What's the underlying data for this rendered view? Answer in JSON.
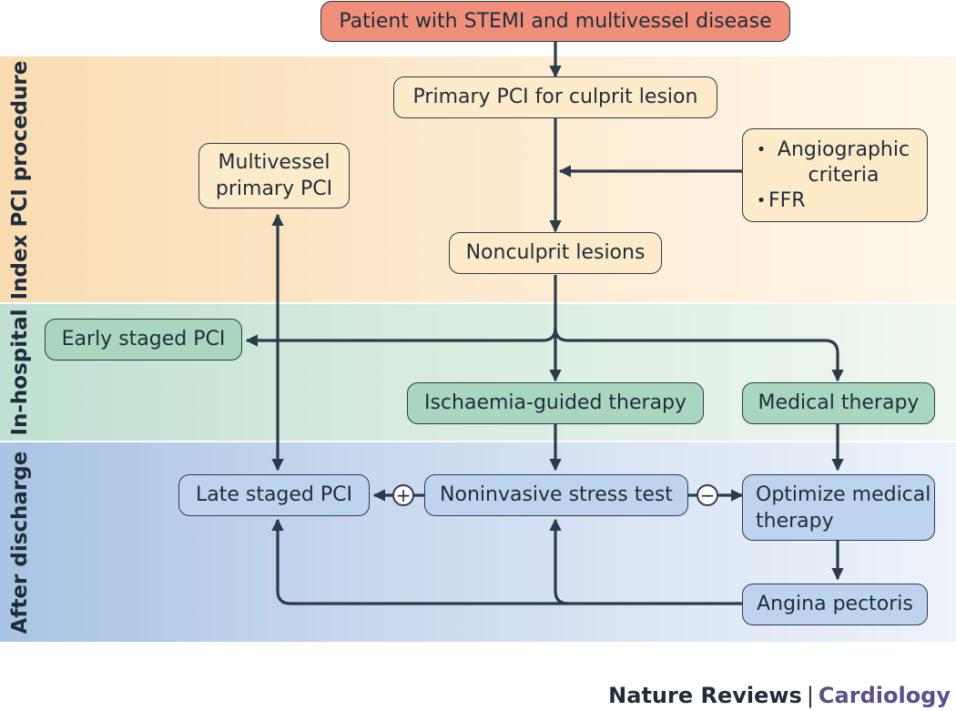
{
  "phases": {
    "index": "Index PCI procedure",
    "in_hospital": "In-hospital",
    "after_discharge": "After discharge"
  },
  "nodes": {
    "patient": "Patient with STEMI and multivessel disease",
    "primary_pci_culprit": "Primary PCI for culprit lesion",
    "multivessel_primary_pci": "Multivessel primary PCI",
    "criteria": [
      "Angiographic criteria",
      "FFR"
    ],
    "nonculprit_lesions": "Nonculprit lesions",
    "early_staged_pci": "Early staged PCI",
    "ischaemia_guided_therapy": "Ischaemia-guided therapy",
    "medical_therapy": "Medical therapy",
    "late_staged_pci": "Late staged PCI",
    "noninvasive_stress_test": "Noninvasive stress test",
    "optimize_medical_therapy": "Optimize medical therapy",
    "angina_pectoris": "Angina pectoris"
  },
  "markers": {
    "positive": "+",
    "negative": "−"
  },
  "footer": {
    "publisher": "Nature Reviews",
    "separator": "|",
    "journal": "Cardiology"
  },
  "colors": {
    "start_box": "#f0907a",
    "index_box": "#fdebc9",
    "in_hospital_box": "#a9d6bf",
    "after_discharge_box": "#bdd3ee",
    "lines": "#2c3b4a",
    "journal_text": "#5c4f8a"
  }
}
